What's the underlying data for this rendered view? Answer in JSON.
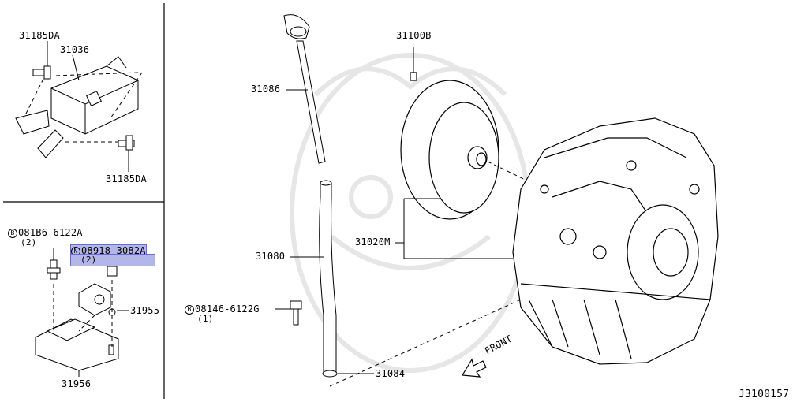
{
  "diagram_id": "J3100157",
  "highlight_color": "#b3b6e8",
  "parts": {
    "p31185DA_top": "31185DA",
    "p31036": "31036",
    "p31185DA_bottom": "31185DA",
    "bolt_b1": {
      "prefix": "B",
      "number": "081B6-6122A",
      "qty": "(2)"
    },
    "nut_n1": {
      "prefix": "N",
      "number": "08918-3082A",
      "qty": "(2)"
    },
    "p31955": "31955",
    "p31956": "31956",
    "p31086": "31086",
    "p31080": "31080",
    "bolt_b2": {
      "prefix": "B",
      "number": "08146-6122G",
      "qty": "(1)"
    },
    "p31084": "31084",
    "p31100B": "31100B",
    "p31020M": "31020M",
    "front": "FRONT"
  }
}
